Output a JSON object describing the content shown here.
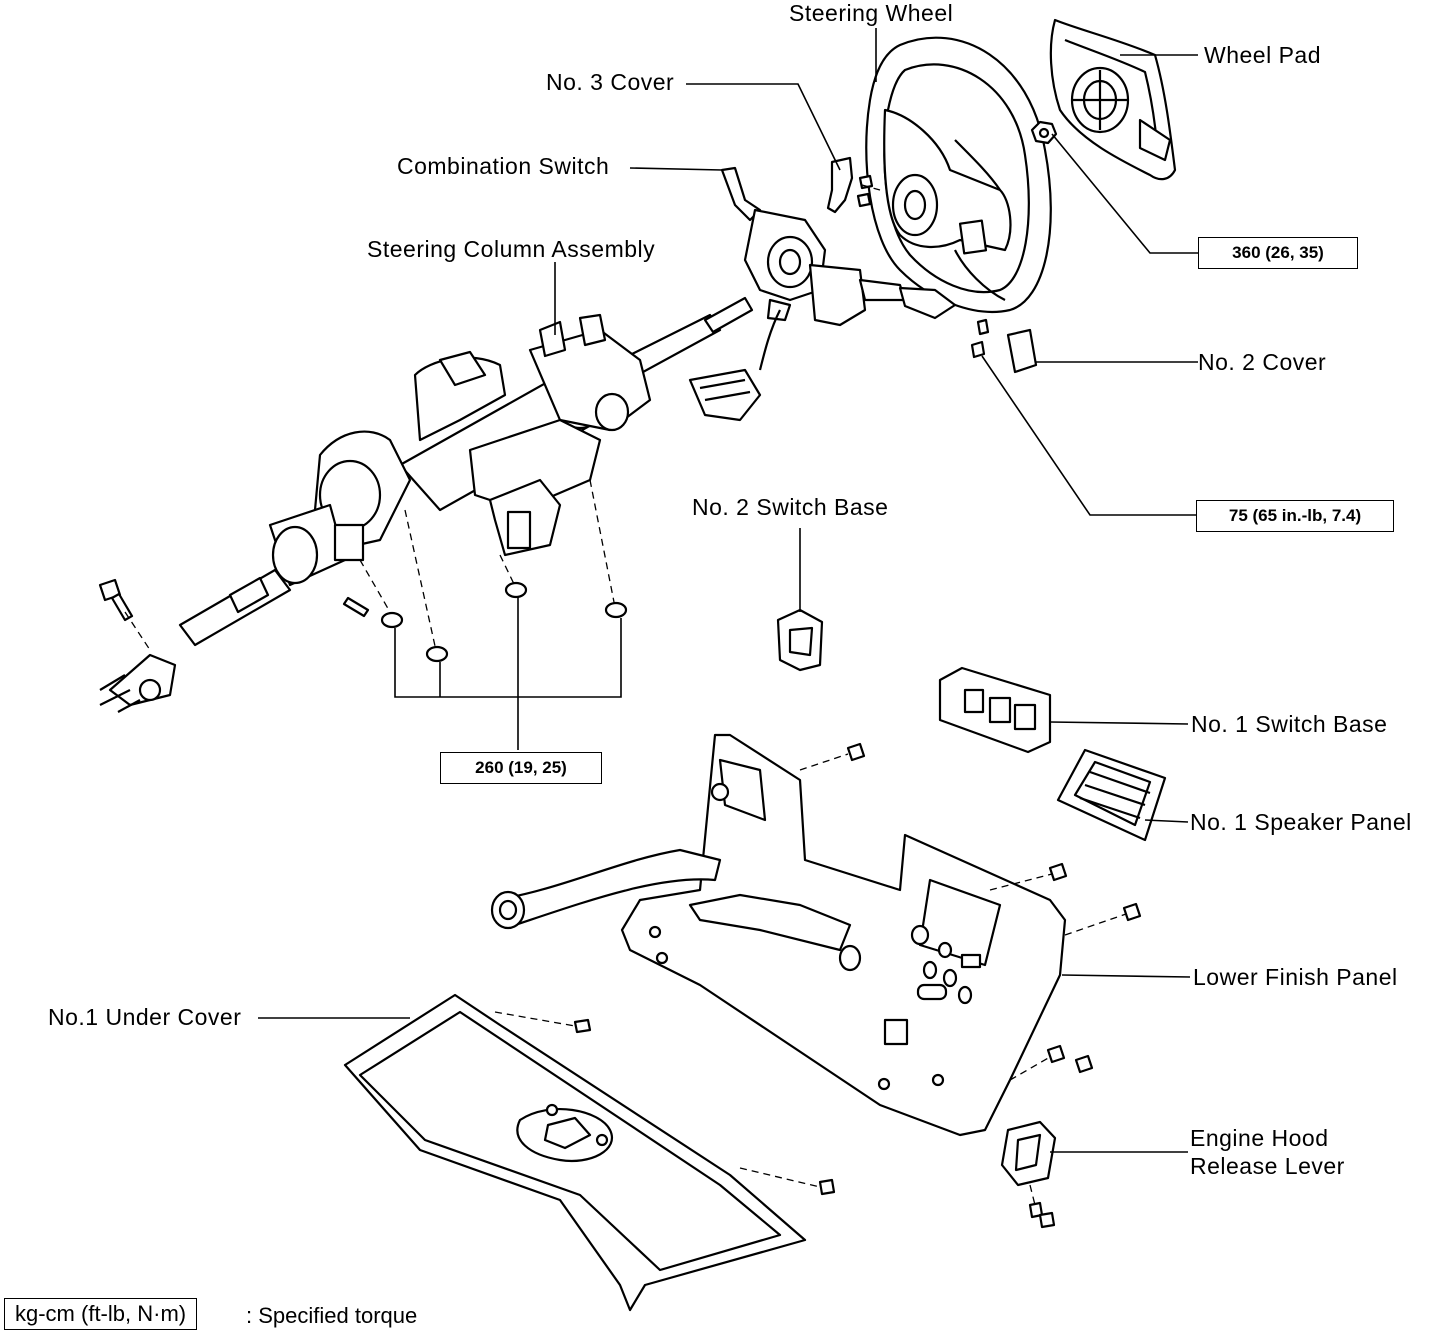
{
  "labels": {
    "steering_wheel": "Steering Wheel",
    "wheel_pad": "Wheel Pad",
    "no3_cover": "No. 3 Cover",
    "combination_switch": "Combination Switch",
    "steering_column_assembly": "Steering Column Assembly",
    "no2_cover": "No. 2 Cover",
    "no2_switch_base": "No. 2 Switch Base",
    "no1_switch_base": "No. 1 Switch Base",
    "no1_speaker_panel": "No. 1 Speaker Panel",
    "lower_finish_panel": "Lower Finish Panel",
    "no1_under_cover": "No.1 Under Cover",
    "engine_hood_release_lever_line1": "Engine Hood",
    "engine_hood_release_lever_line2": "Release Lever"
  },
  "torque_specs": {
    "wheel_nut": "360 (26, 35)",
    "cover_screw": "75 (65 in.-lb, 7.4)",
    "column_bolts": "260 (19, 25)"
  },
  "legend": {
    "box": "kg-cm (ft-lb, N·m)",
    "text": ":  Specified torque"
  }
}
